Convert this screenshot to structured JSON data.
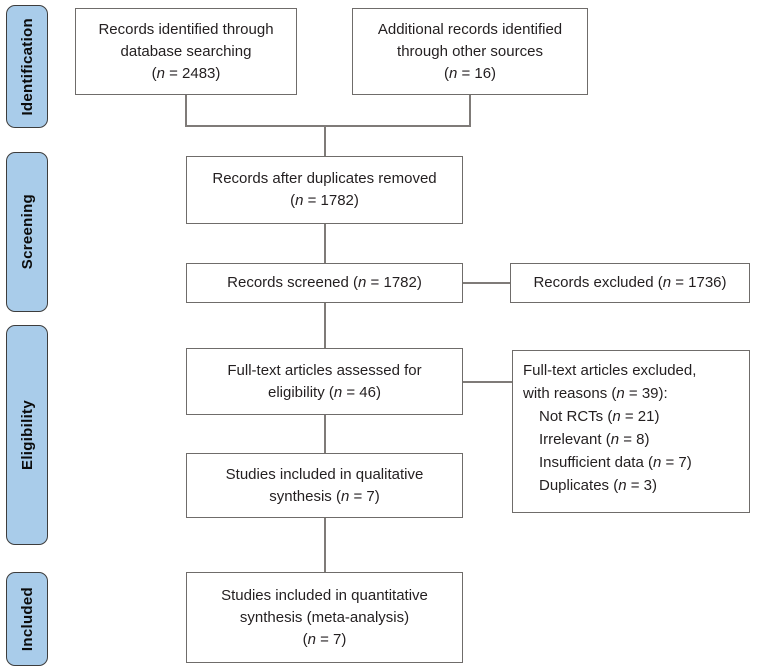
{
  "colors": {
    "stage_fill": "#A9CCEA",
    "stage_border": "#3D3D3D",
    "box_border": "#6F6C6A",
    "line_color": "#7F7B78",
    "text_color": "#231F20"
  },
  "stages": [
    "Identification",
    "Screening",
    "Eligibility",
    "Included"
  ],
  "boxes": {
    "identified_db": "Records identified through\ndatabase searching\n(n = 2483)",
    "identified_other": "Additional records identified\nthrough other sources\n(n = 16)",
    "after_duplicates": "Records after duplicates removed\n(n = 1782)",
    "screened": "Records screened (n = 1782)",
    "records_excluded": "Records excluded (n = 1736)",
    "fulltext_assessed": "Full-text articles assessed for\neligibility (n = 46)",
    "fulltext_excluded": {
      "header": "Full-text articles excluded,\nwith reasons (n = 39):",
      "reasons": [
        "Not RCTs (n = 21)",
        "Irrelevant (n = 8)",
        "Insufficient data (n = 7)",
        "Duplicates (n = 3)"
      ]
    },
    "qualitative": "Studies included in qualitative\nsynthesis (n = 7)",
    "quantitative": "Studies included in quantitative\nsynthesis (meta-analysis)\n(n = 7)"
  }
}
